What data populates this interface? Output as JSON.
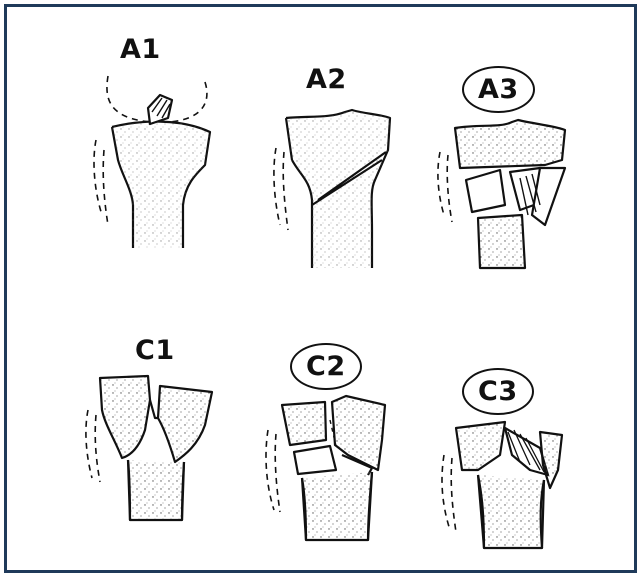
{
  "labels": {
    "a1": "A1",
    "a2": "A2",
    "a3": "A3",
    "c1": "C1",
    "c2": "C2",
    "c3": "C3"
  },
  "colors": {
    "frame": "#1f3a5a",
    "ink": "#111111"
  }
}
